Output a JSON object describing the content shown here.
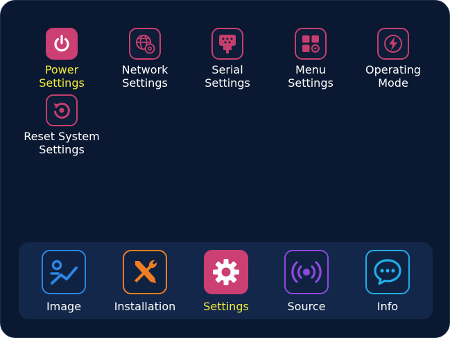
{
  "colors": {
    "background": "#0b1831",
    "dock": "#13274a",
    "accent_pink": "#cc3f72",
    "active_text": "#f3ec3a",
    "image_blue": "#2a86e6",
    "installation_orange": "#f07d22",
    "source_purple": "#8f49e0",
    "info_cyan": "#22aee8"
  },
  "settings_menu": {
    "items": [
      {
        "label": "Power\nSettings",
        "icon": "power-icon",
        "active": true
      },
      {
        "label": "Network\nSettings",
        "icon": "network-globe-gear-icon",
        "active": false
      },
      {
        "label": "Serial\nSettings",
        "icon": "serial-port-icon",
        "active": false
      },
      {
        "label": "Menu\nSettings",
        "icon": "menu-grid-gear-icon",
        "active": false
      },
      {
        "label": "Operating\nMode",
        "icon": "lightning-icon",
        "active": false
      },
      {
        "label": "Reset System\nSettings",
        "icon": "reset-icon",
        "active": false
      }
    ]
  },
  "dock": {
    "items": [
      {
        "label": "Image",
        "icon": "image-chart-icon",
        "active": false
      },
      {
        "label": "Installation",
        "icon": "tools-icon",
        "active": false
      },
      {
        "label": "Settings",
        "icon": "gear-icon",
        "active": true
      },
      {
        "label": "Source",
        "icon": "broadcast-icon",
        "active": false
      },
      {
        "label": "Info",
        "icon": "chat-bubble-icon",
        "active": false
      }
    ]
  }
}
